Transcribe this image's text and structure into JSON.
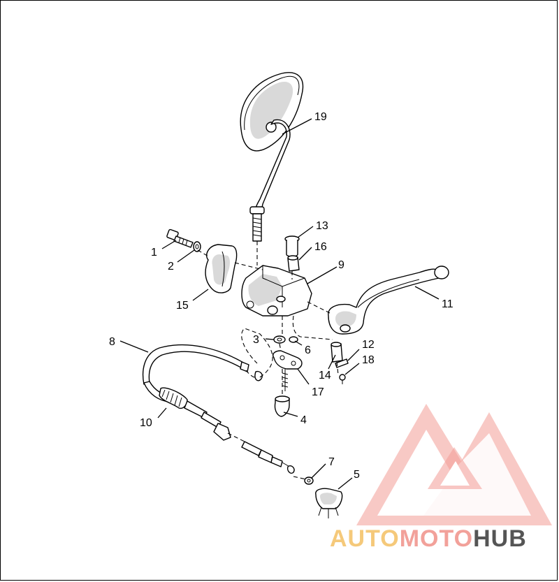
{
  "callouts": [
    "1",
    "2",
    "3",
    "4",
    "5",
    "6",
    "7",
    "8",
    "9",
    "10",
    "11",
    "12",
    "13",
    "14",
    "15",
    "16",
    "17",
    "18",
    "19"
  ],
  "watermark": {
    "part1": "AUTO",
    "part2": "MOTO",
    "part3": "HUB",
    "color_auto": "#f5c97a",
    "color_moto": "#f2a19a",
    "color_hub": "#555555",
    "triangle_color": "#f08a84"
  }
}
